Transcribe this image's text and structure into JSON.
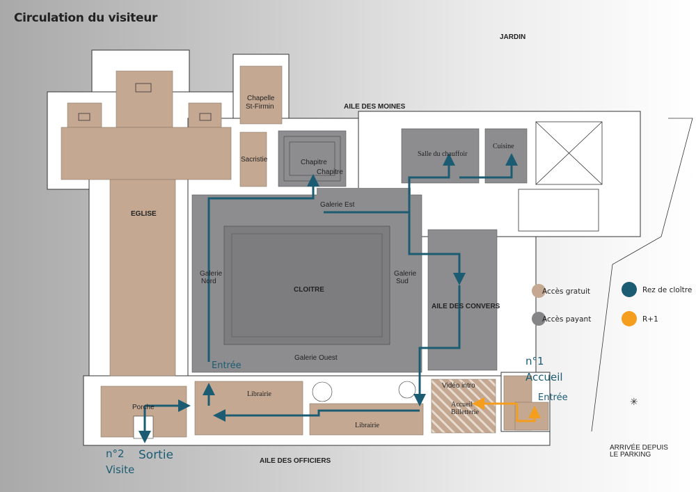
{
  "title": "Circulation du visiteur",
  "wings": {
    "jardin": "JARDIN",
    "aile_moines": "AILE DES MOINES",
    "aile_convers": "AILE DES CONVERS",
    "aile_officiers": "AILE DES OFFICIERS",
    "arrivee": [
      "ARRIVÉE DEPUIS",
      "LE PARKING"
    ]
  },
  "rooms": {
    "chapelle": [
      "Chapelle",
      "St-Firmin"
    ],
    "sacristie": "Sacristie",
    "chapitre": "Chapitre",
    "chapitre_small": "Chapitre",
    "salle_chauffoir": "Salle du chauffoir",
    "cuisine": "Cuisine",
    "eglise": "EGLISE",
    "galerie_est": "Galerie Est",
    "galerie_nord": [
      "Galerie",
      "Nord"
    ],
    "galerie_sud": [
      "Galerie",
      "Sud"
    ],
    "galerie_ouest": "Galerie Ouest",
    "cloitre": "CLOITRE",
    "librairie_1": "Librairie",
    "librairie_2": "Librairie",
    "porche": "Porche",
    "video_intro": "Vidéo intro",
    "accueil_billetterie": [
      "Accueil",
      "Billetterie"
    ]
  },
  "route_labels": {
    "entree_cloitre": "Entrée",
    "n1": "n°1",
    "accueil": "Accueil",
    "entree": "Entrée",
    "n2": "n°2",
    "visite": "Visite",
    "sortie": "Sortie"
  },
  "legend": [
    {
      "label": "Accès gratuit",
      "color": "#c4a892"
    },
    {
      "label": "Accès payant",
      "color": "#858587"
    },
    {
      "label": "Rez de cloître",
      "color": "#1b5c72"
    },
    {
      "label": "R+1",
      "color": "#f59d1c"
    }
  ],
  "colors": {
    "free": "#c4a892",
    "paid": "#8d8d8f",
    "route_ground": "#1b5c72",
    "route_upper": "#f59d1c"
  }
}
